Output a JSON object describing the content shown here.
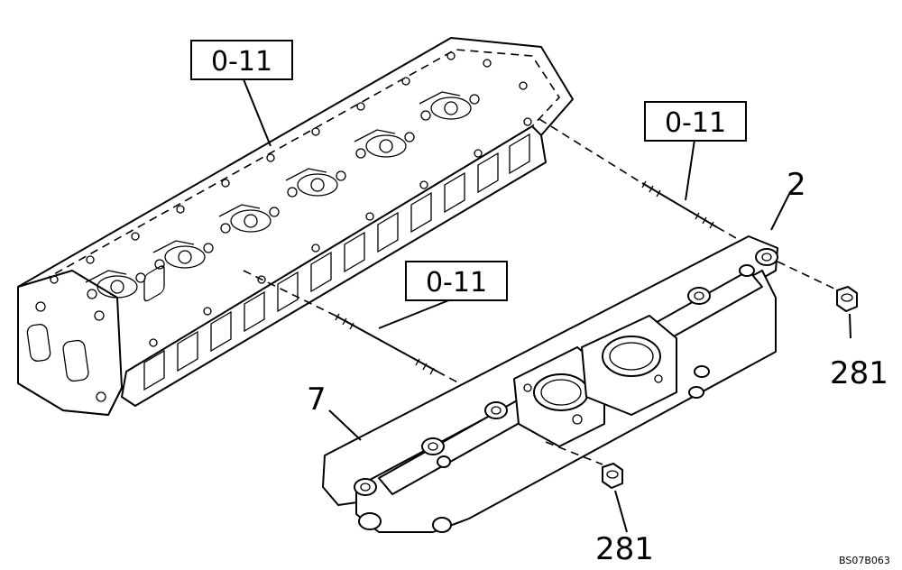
{
  "callouts": [
    {
      "id": "ref-box-1",
      "label": "0-11"
    },
    {
      "id": "ref-box-2",
      "label": "0-11"
    },
    {
      "id": "ref-box-3",
      "label": "0-11"
    }
  ],
  "part_numbers": {
    "manifold_gasket": "2",
    "intake_manifold": "7",
    "nut_right": "281",
    "nut_bottom": "281"
  },
  "drawing_code": "BS07B063"
}
